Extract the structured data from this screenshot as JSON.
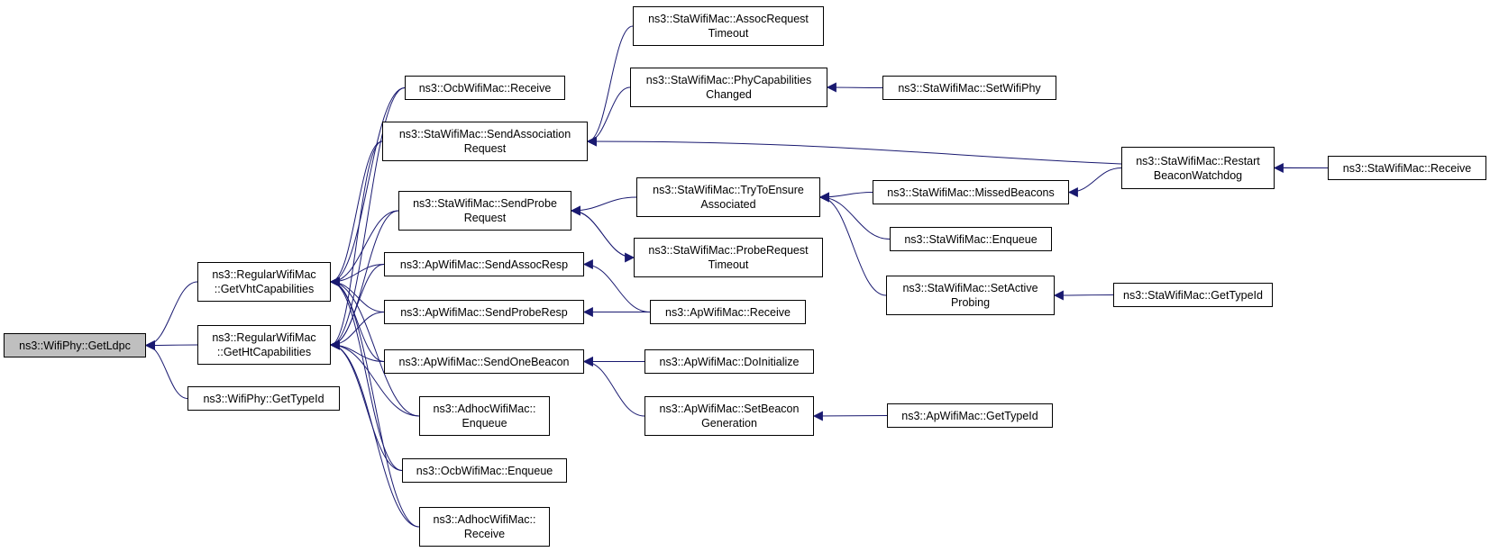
{
  "graph": {
    "edge_color": "#191970",
    "root_fill": "#bfbfbf",
    "nodes": {
      "wifiphy_getldpc": [
        "ns3::WifiPhy::GetLdpc"
      ],
      "regular_getvht": [
        "ns3::RegularWifiMac",
        "::GetVhtCapabilities"
      ],
      "regular_getht": [
        "ns3::RegularWifiMac",
        "::GetHtCapabilities"
      ],
      "wifiphy_gettypeid": [
        "ns3::WifiPhy::GetTypeId"
      ],
      "ocb_receive": [
        "ns3::OcbWifiMac::Receive"
      ],
      "sta_sendassoc": [
        "ns3::StaWifiMac::SendAssociation",
        "Request"
      ],
      "sta_sendprobe": [
        "ns3::StaWifiMac::SendProbe",
        "Request"
      ],
      "ap_sendassocresp": [
        "ns3::ApWifiMac::SendAssocResp"
      ],
      "ap_sendproberesp": [
        "ns3::ApWifiMac::SendProbeResp"
      ],
      "ap_sendonebeacon": [
        "ns3::ApWifiMac::SendOneBeacon"
      ],
      "adhoc_enqueue": [
        "ns3::AdhocWifiMac::",
        "Enqueue"
      ],
      "ocb_enqueue": [
        "ns3::OcbWifiMac::Enqueue"
      ],
      "adhoc_receive": [
        "ns3::AdhocWifiMac::",
        "Receive"
      ],
      "sta_assoctimeout": [
        "ns3::StaWifiMac::AssocRequest",
        "Timeout"
      ],
      "sta_phycap": [
        "ns3::StaWifiMac::PhyCapabilities",
        "Changed"
      ],
      "sta_trytoensure": [
        "ns3::StaWifiMac::TryToEnsure",
        "Associated"
      ],
      "sta_probetimeout": [
        "ns3::StaWifiMac::ProbeRequest",
        "Timeout"
      ],
      "ap_receive": [
        "ns3::ApWifiMac::Receive"
      ],
      "ap_doinit": [
        "ns3::ApWifiMac::DoInitialize"
      ],
      "ap_setbeacon": [
        "ns3::ApWifiMac::SetBeacon",
        "Generation"
      ],
      "sta_setwifiphy": [
        "ns3::StaWifiMac::SetWifiPhy"
      ],
      "sta_receive": [
        "ns3::StaWifiMac::Receive"
      ],
      "sta_missed": [
        "ns3::StaWifiMac::MissedBeacons"
      ],
      "sta_enqueue": [
        "ns3::StaWifiMac::Enqueue"
      ],
      "sta_setactive": [
        "ns3::StaWifiMac::SetActive",
        "Probing"
      ],
      "ap_gettypeid": [
        "ns3::ApWifiMac::GetTypeId"
      ],
      "sta_restart": [
        "ns3::StaWifiMac::Restart",
        "BeaconWatchdog"
      ],
      "sta_gettypeid": [
        "ns3::StaWifiMac::GetTypeId"
      ]
    },
    "edges": [
      [
        "regular_getvht",
        "wifiphy_getldpc"
      ],
      [
        "regular_getht",
        "wifiphy_getldpc"
      ],
      [
        "wifiphy_gettypeid",
        "wifiphy_getldpc"
      ],
      [
        "ocb_receive",
        "regular_getvht"
      ],
      [
        "sta_sendassoc",
        "regular_getvht"
      ],
      [
        "sta_sendprobe",
        "regular_getvht"
      ],
      [
        "ap_sendassocresp",
        "regular_getvht"
      ],
      [
        "ap_sendproberesp",
        "regular_getvht"
      ],
      [
        "ap_sendonebeacon",
        "regular_getvht"
      ],
      [
        "adhoc_enqueue",
        "regular_getvht"
      ],
      [
        "ocb_enqueue",
        "regular_getvht"
      ],
      [
        "adhoc_receive",
        "regular_getvht"
      ],
      [
        "sta_sendassoc",
        "regular_getht"
      ],
      [
        "sta_sendprobe",
        "regular_getht"
      ],
      [
        "ap_sendassocresp",
        "regular_getht"
      ],
      [
        "ap_sendproberesp",
        "regular_getht"
      ],
      [
        "ap_sendonebeacon",
        "regular_getht"
      ],
      [
        "adhoc_enqueue",
        "regular_getht"
      ],
      [
        "ocb_enqueue",
        "regular_getht"
      ],
      [
        "adhoc_receive",
        "regular_getht"
      ],
      [
        "ocb_receive",
        "regular_getht"
      ],
      [
        "sta_assoctimeout",
        "sta_sendassoc"
      ],
      [
        "sta_phycap",
        "sta_sendassoc"
      ],
      [
        "sta_receive",
        "sta_sendassoc"
      ],
      [
        "sta_trytoensure",
        "sta_sendprobe"
      ],
      [
        "sta_probetimeout",
        "sta_sendprobe"
      ],
      [
        "ap_receive",
        "ap_sendassocresp"
      ],
      [
        "ap_receive",
        "ap_sendproberesp"
      ],
      [
        "ap_doinit",
        "ap_sendonebeacon"
      ],
      [
        "ap_setbeacon",
        "ap_sendonebeacon"
      ],
      [
        "sta_setwifiphy",
        "sta_phycap"
      ],
      [
        "sta_missed",
        "sta_trytoensure"
      ],
      [
        "sta_enqueue",
        "sta_trytoensure"
      ],
      [
        "sta_setactive",
        "sta_trytoensure"
      ],
      [
        "sta_sendprobe",
        "sta_probetimeout"
      ],
      [
        "ap_gettypeid",
        "ap_setbeacon"
      ],
      [
        "sta_restart",
        "sta_missed"
      ],
      [
        "sta_receive",
        "sta_restart"
      ],
      [
        "sta_gettypeid",
        "sta_setactive"
      ]
    ]
  }
}
